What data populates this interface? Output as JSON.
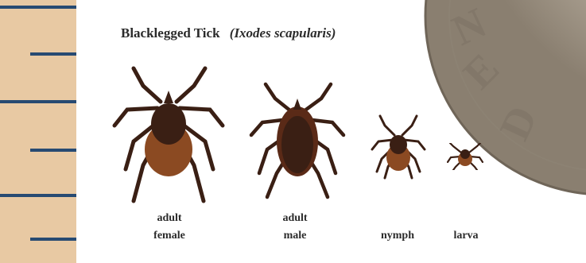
{
  "title": {
    "common_name": "Blacklegged Tick",
    "scientific_name": "(Ixodes scapularis)"
  },
  "stages": [
    {
      "line1": "adult",
      "line2": "female"
    },
    {
      "line1": "adult",
      "line2": "male"
    },
    {
      "line1": "nymph",
      "line2": ""
    },
    {
      "line1": "larva",
      "line2": ""
    }
  ],
  "colors": {
    "ruler": "#e8c9a3",
    "ruler_marks": "#274a72",
    "tick_dark": "#3a1f14",
    "tick_body": "#8b4a22",
    "coin": "#b8b0a4"
  },
  "icons": [
    "ruler",
    "tick-adult-female",
    "tick-adult-male",
    "tick-nymph",
    "tick-larva",
    "coin"
  ]
}
